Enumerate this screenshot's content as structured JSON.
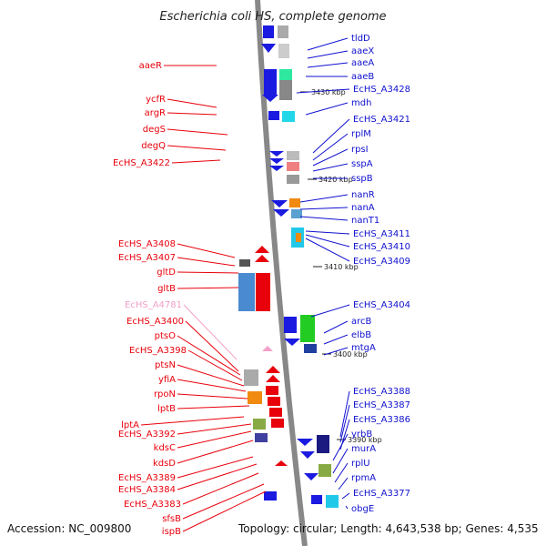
{
  "title": "Escherichia coli HS, complete genome",
  "accession": "Accession: NC_009800",
  "topology": "Topology: circular; Length: 4,643,538 bp; Genes: 4,535",
  "colors": {
    "forward": "#e8000b",
    "reverse": "#1010d0",
    "pseudo": "#f2a0c8",
    "backbone": "#888888"
  },
  "ticks": [
    "3430 kbp",
    "3420 kbp",
    "3410 kbp",
    "3400 kbp",
    "3390 kbp"
  ],
  "left_labels": [
    "aaeR",
    "ycfR",
    "argR",
    "degS",
    "degQ",
    "EcHS_A3422",
    "EcHS_A3408",
    "EcHS_A3407",
    "gltD",
    "gltB",
    "EcHS_A4781",
    "EcHS_A3400",
    "ptsO",
    "EcHS_A3398",
    "ptsN",
    "yfiA",
    "rpoN",
    "lptB",
    "lptA",
    "EcHS_A3392",
    "kdsC",
    "kdsD",
    "EcHS_A3389",
    "EcHS_A3384",
    "EcHS_A3383",
    "sfsB",
    "ispB"
  ],
  "right_labels": [
    "tldD",
    "aaeX",
    "aaeA",
    "aaeB",
    "EcHS_A3428",
    "mdh",
    "EcHS_A3421",
    "rplM",
    "rpsI",
    "sspA",
    "sspB",
    "nanR",
    "nanA",
    "nanT1",
    "EcHS_A3411",
    "EcHS_A3410",
    "EcHS_A3409",
    "EcHS_A3404",
    "arcB",
    "elbB",
    "mtgA",
    "EcHS_A3388",
    "EcHS_A3387",
    "EcHS_A3386",
    "yrbB",
    "murA",
    "rplU",
    "rpmA",
    "EcHS_A3377",
    "obgE"
  ]
}
